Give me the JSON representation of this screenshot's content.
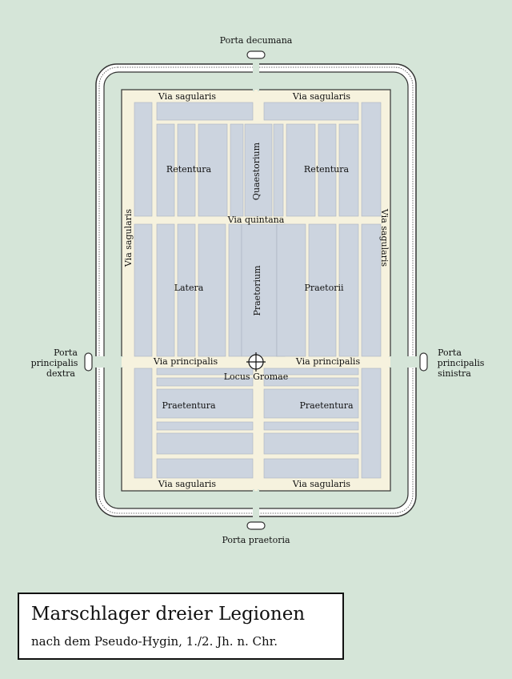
{
  "colors": {
    "background": "#d5e5d8",
    "roads": "#f6f2de",
    "blocks": "#ccd4df",
    "wall": "#ffffff",
    "outline": "#222222"
  },
  "icons": {
    "groma": "circle-cross-icon"
  },
  "gates": {
    "top": "Porta decumana",
    "bottom": "Porta praetoria",
    "left": [
      "Porta",
      "principalis",
      "dextra"
    ],
    "right": [
      "Porta",
      "principalis",
      "sinistra"
    ]
  },
  "roads": {
    "sagularis_tl": "Via sagularis",
    "sagularis_tr": "Via sagularis",
    "sagularis_bl": "Via sagularis",
    "sagularis_br": "Via sagularis",
    "sagularis_left": "Via sagularis",
    "sagularis_right": "Via sagularis",
    "quintana": "Via quintana",
    "principalis_left": "Via principalis",
    "principalis_right": "Via principalis"
  },
  "areas": {
    "retentura_left": "Retentura",
    "retentura_right": "Retentura",
    "quaestorium": "Quaestorium",
    "latera": "Latera",
    "praetorium": "Praetorium",
    "praetorii": "Praetorii",
    "locus_gromae": "Locus Gromae",
    "praetentura_left": "Praetentura",
    "praetentura_right": "Praetentura"
  },
  "title": {
    "main": "Marschlager dreier Legionen",
    "sub": "nach dem Pseudo-Hygin, 1./2. Jh. n. Chr."
  }
}
